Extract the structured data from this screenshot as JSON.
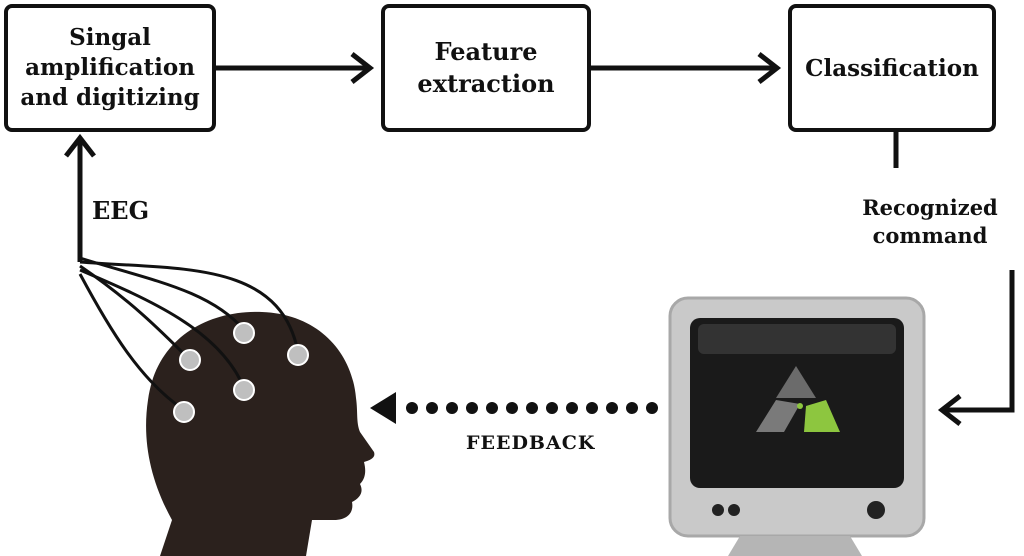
{
  "boxes": {
    "amplification": "Singal\namplification\nand digitizing",
    "feature": "Feature\nextraction",
    "classification": "Classification"
  },
  "labels": {
    "eeg": "EEG",
    "recognized": "Recognized\ncommand",
    "feedback": "FEEDBACK"
  },
  "colors": {
    "ink": "#111111",
    "head": "#2b211d",
    "screen": "#1a1a1a",
    "logo_accent": "#8dc63f"
  }
}
